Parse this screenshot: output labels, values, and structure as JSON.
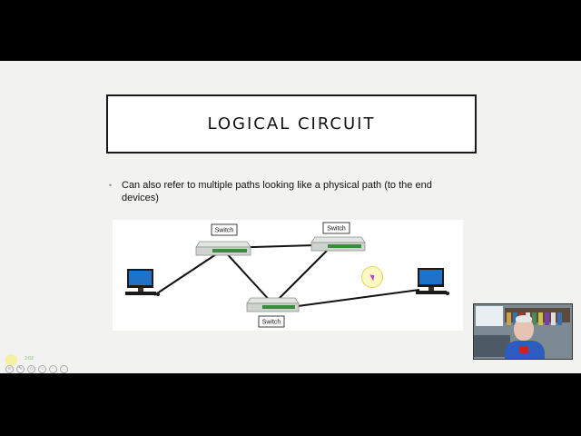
{
  "slide": {
    "title": "LOGICAL CIRCUIT",
    "bullet": "Can also refer to multiple paths looking like a physical path (to the end devices)"
  },
  "diagram": {
    "switches": [
      {
        "label": "Switch"
      },
      {
        "label": "Switch"
      },
      {
        "label": "Switch"
      }
    ],
    "computers": [
      "left-computer",
      "right-computer"
    ],
    "colors": {
      "link": "#111111",
      "switch_body": "#cfd3cf",
      "switch_port": "#3c8a3c",
      "monitor_screen": "#1e73c8"
    }
  },
  "player": {
    "timestamp": "2:02",
    "controls": [
      "menu-icon",
      "pen-icon",
      "eraser-icon",
      "zoom-icon",
      "layout-icon",
      "more-icon"
    ]
  },
  "webcam": {
    "description_icon": "presenter-video-icon"
  }
}
